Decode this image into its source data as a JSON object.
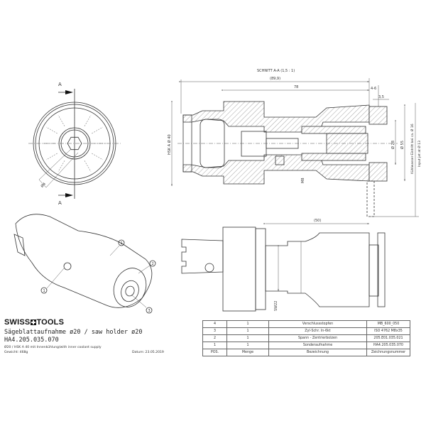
{
  "section_view": {
    "title": "SCHNITT A-A (1,5 : 1)",
    "dim_overall": "(89,9)",
    "dim_length": "78",
    "dim_gap": "4-6",
    "dim_flange": "3,5",
    "dim_hsk": "HSK A Ø 40",
    "dim_d28": "Ø 28",
    "dim_d55": "Ø 55",
    "dim_thread": "M8",
    "coolant_note_de": "Kühlwasser-Eintritt bei ca. Ø 16",
    "coolant_note_en": "Input jet at Ø 13"
  },
  "front_view": {
    "section_label_top": "A",
    "section_label_bottom": "A",
    "dim_small": "Ø4"
  },
  "side_view": {
    "dim_length": "(50)",
    "dim_wrench": "SW22"
  },
  "iso_view": {
    "balloons": [
      "1",
      "2",
      "1",
      "3"
    ]
  },
  "title_block": {
    "brand_left": "SWISS",
    "brand_right": "TOOLS",
    "title": "Sägeblattaufnahme ø20 / saw holder ø20",
    "part_number": "HA4.205.035.070",
    "description": "Ø20 / HSK A 40 mit Innenkühlung/with inner coolant supply",
    "weight": "Gewicht: 468g",
    "date": "Datum: 23.05.2019"
  },
  "parts_list": {
    "headers": [
      "POS.",
      "Menge",
      "Bezeichnung",
      "Zeichnungsnummer"
    ],
    "rows": [
      [
        "4",
        "1",
        "Verschlussstopfen",
        "MB_600_050"
      ],
      [
        "3",
        "1",
        "Zyl-Schr. In-6kt",
        "ISO 4762 M8x35"
      ],
      [
        "2",
        "1",
        "Spann - Zentrierbolzen",
        "205.E01.035.021"
      ],
      [
        "1",
        "1",
        "Sonderaufnahme",
        "HA4.205.035.070"
      ]
    ]
  }
}
